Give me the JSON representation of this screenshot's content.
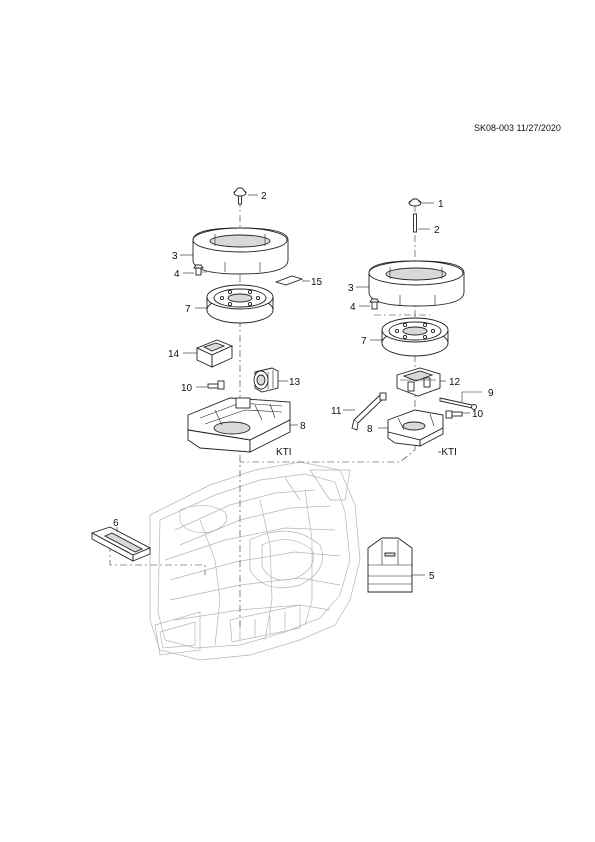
{
  "reference": "SK08-003 11/27/2020",
  "variants": {
    "left": "KTI",
    "right": "-KTI"
  },
  "callouts": {
    "l2": "2",
    "l3": "3",
    "l4": "4",
    "l15": "15",
    "l7": "7",
    "l14": "14",
    "l10": "10",
    "l13": "13",
    "l8": "8",
    "l6": "6",
    "r1": "1",
    "r2": "2",
    "r3": "3",
    "r4": "4",
    "r7": "7",
    "r12": "12",
    "r9": "9",
    "r11": "11",
    "r10": "10",
    "r8": "8",
    "r5": "5"
  }
}
